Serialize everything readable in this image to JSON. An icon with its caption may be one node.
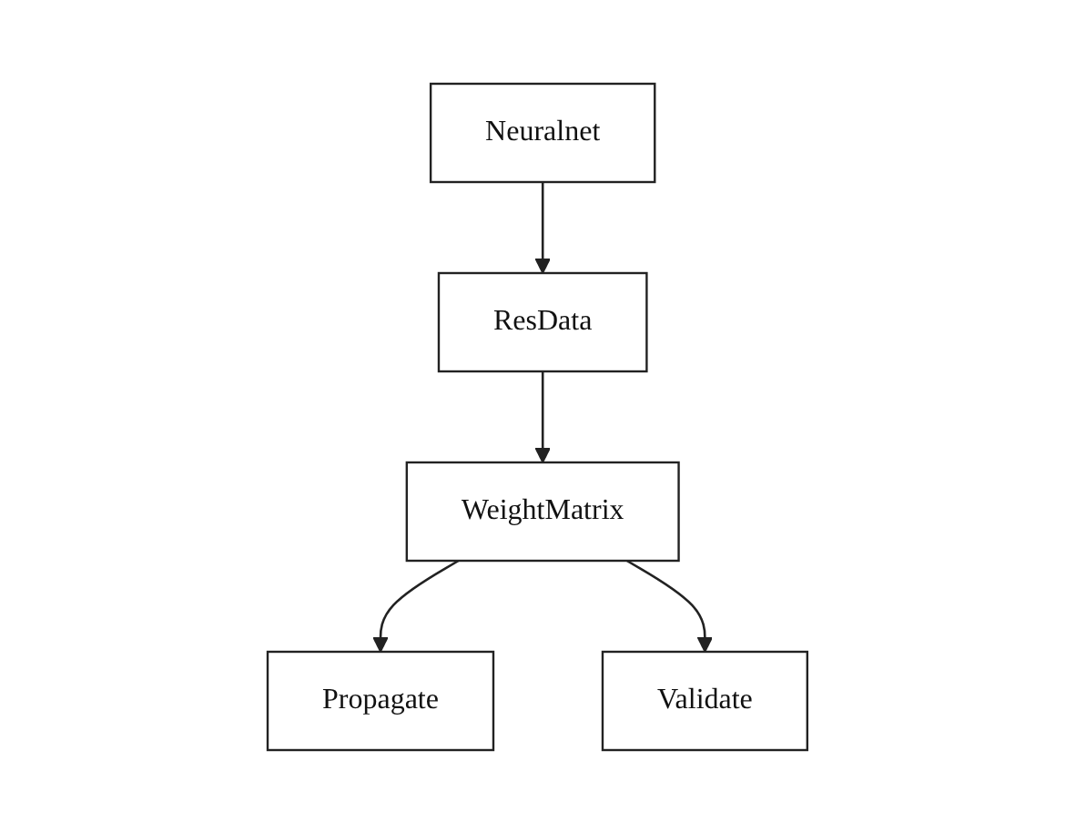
{
  "diagram": {
    "nodes": [
      {
        "text": [
          "Neuralnet"
        ]
      },
      {
        "text": [
          "ResData"
        ]
      },
      {
        "text": [
          "WeightMatrix"
        ]
      },
      {
        "text": [
          "Propagate"
        ]
      },
      {
        "text": [
          "Validate"
        ]
      }
    ],
    "edges": [
      {
        "from": 0,
        "to": 1,
        "arrow": "to"
      },
      {
        "from": 1,
        "to": 2,
        "arrow": "to"
      },
      {
        "from": 2,
        "to": 3,
        "arrow": "to"
      },
      {
        "from": 2,
        "to": 4,
        "arrow": "to"
      }
    ]
  }
}
